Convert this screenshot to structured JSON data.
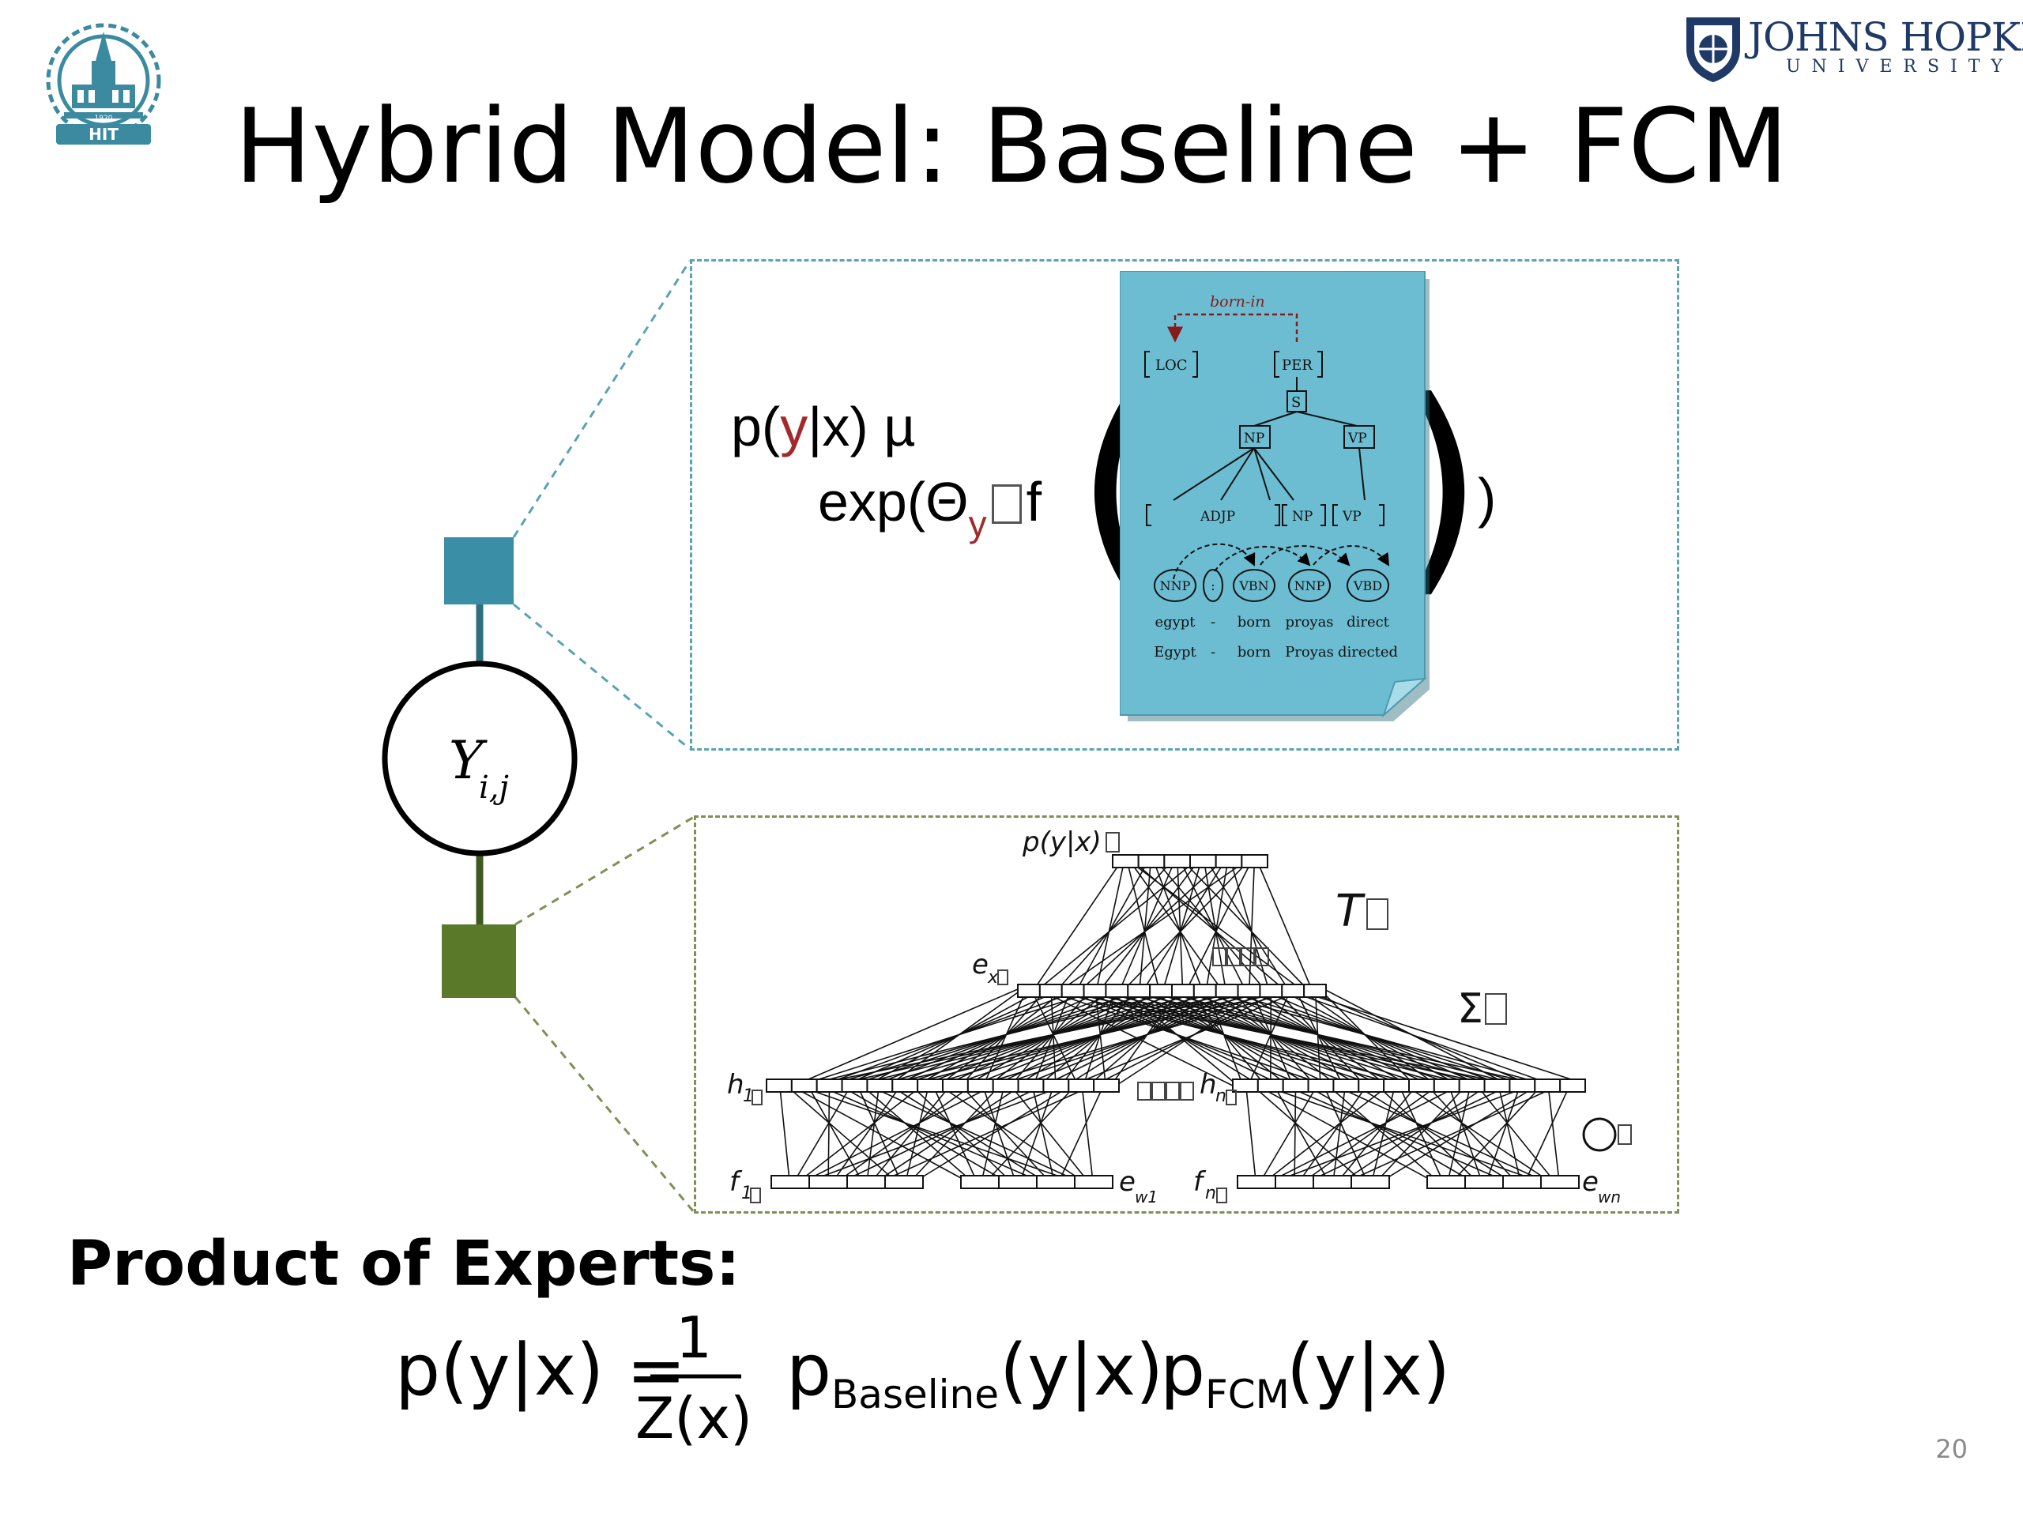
{
  "slide": {
    "title": "Hybrid Model: Baseline + FCM",
    "page_number": "20"
  },
  "logos": {
    "left": {
      "name": "HIT",
      "banner": "HIT",
      "year": "1920"
    },
    "right": {
      "name": "JOHNS HOPKINS",
      "sub": "UNIVERSITY"
    }
  },
  "factor_graph": {
    "variable_label": "Y",
    "variable_subscript": "i,j",
    "factor_colors": {
      "baseline": "#3a8ea5",
      "fcm": "#5a7a2a"
    }
  },
  "baseline": {
    "formula_line1_prefix": "p(",
    "formula_line1_y": "y",
    "formula_line1_suffix": "|x) µ",
    "formula_line2_prefix": "exp(Θ",
    "formula_line2_sub": "y",
    "formula_line2_f": "f",
    "open_paren": "(",
    "close_big_paren": ")",
    "close_paren": ")",
    "card": {
      "relation": "born-in",
      "entities": [
        "LOC",
        "PER"
      ],
      "tree_nodes": [
        "S",
        "NP",
        "VP"
      ],
      "chunks": [
        "ADJP",
        "NP",
        "VP"
      ],
      "pos_tags": [
        "NNP",
        ":",
        "VBN",
        "NNP",
        "VBD"
      ],
      "lemmas": [
        "egypt",
        "-",
        "born",
        "proyas",
        "direct"
      ],
      "words": [
        "Egypt",
        "-",
        "born",
        "Proyas",
        "directed"
      ]
    }
  },
  "fcm": {
    "output_label": "p(y|x)",
    "hidden_top_label": "e",
    "hidden_top_sub": "x",
    "T_label": "T",
    "sigma_label": "Σ",
    "h1_label": "h",
    "h1_sub": "1",
    "hn_label": "h",
    "hn_sub": "n",
    "f1_label": "f",
    "f1_sub": "1",
    "fn_label": "f",
    "fn_sub": "n",
    "ew1_label": "e",
    "ew1_sub": "w1",
    "ewn_label": "e",
    "ewn_sub": "wn"
  },
  "product_of_experts": {
    "heading": "Product of Experts:",
    "lhs": "p(y|x) =",
    "numerator": "1",
    "denominator": "Z(x)",
    "p1": "p",
    "p1_sub": "Baseline",
    "p1_arg": "(y|x)",
    "p2": "p",
    "p2_sub": "FCM",
    "p2_arg": "(y|x)"
  }
}
